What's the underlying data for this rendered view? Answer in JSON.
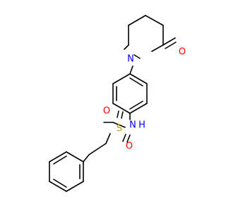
{
  "molecule": {
    "atoms": {
      "oxygen_carbonyl": "O",
      "nitrogen_ring": "N",
      "nitrogen_amide": "N",
      "hydrogen_amide": "H",
      "sulfur": "S",
      "oxygen_s_top": "O",
      "oxygen_s_bottom": "O"
    },
    "colors": {
      "bond": "#000000",
      "oxygen": "#ff0000",
      "nitrogen": "#0000ff",
      "sulfur": "#b8a000"
    }
  }
}
